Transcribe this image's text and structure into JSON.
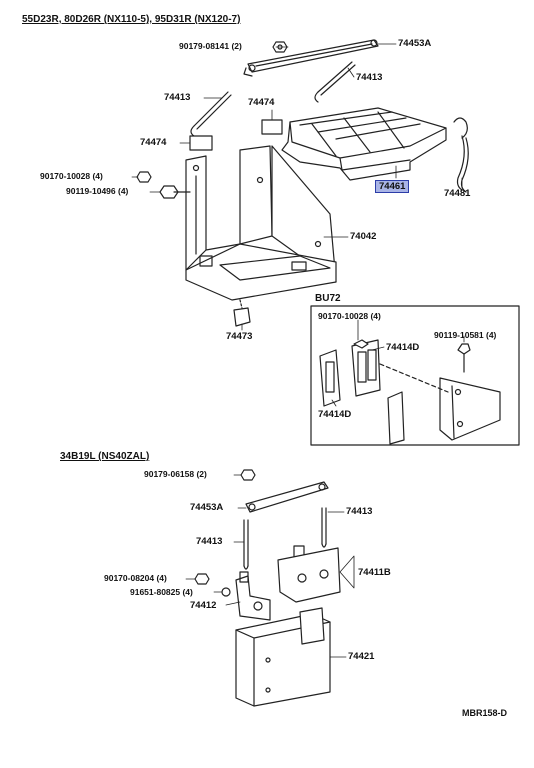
{
  "headers": {
    "top": "55D23R, 80D26R (NX110-5), 95D31R (NX120-7)",
    "bottom": "34B19L (NS40ZAL)",
    "inset": "BU72"
  },
  "labels": {
    "p1": "90179-08141 (2)",
    "p2": "74453A",
    "p3": "74413",
    "p4": "74413",
    "p5": "74474",
    "p6": "74474",
    "p7": "90170-10028 (4)",
    "p8": "90119-10496 (4)",
    "p9": "74461",
    "p10": "74481",
    "p11": "74042",
    "p12": "74473",
    "i1": "90170-10028 (4)",
    "i2": "90119-10581 (4)",
    "i3": "74414D",
    "i4": "74414D",
    "b1": "90179-06158 (2)",
    "b2": "74453A",
    "b3": "74413",
    "b4": "74413",
    "b5": "74411B",
    "b6": "90170-08204 (4)",
    "b7": "91651-80825 (4)",
    "b8": "74412",
    "b9": "74421",
    "ref": "MBR158-D"
  },
  "highlight": {
    "part": "74461",
    "color": "#a9b4e6"
  }
}
